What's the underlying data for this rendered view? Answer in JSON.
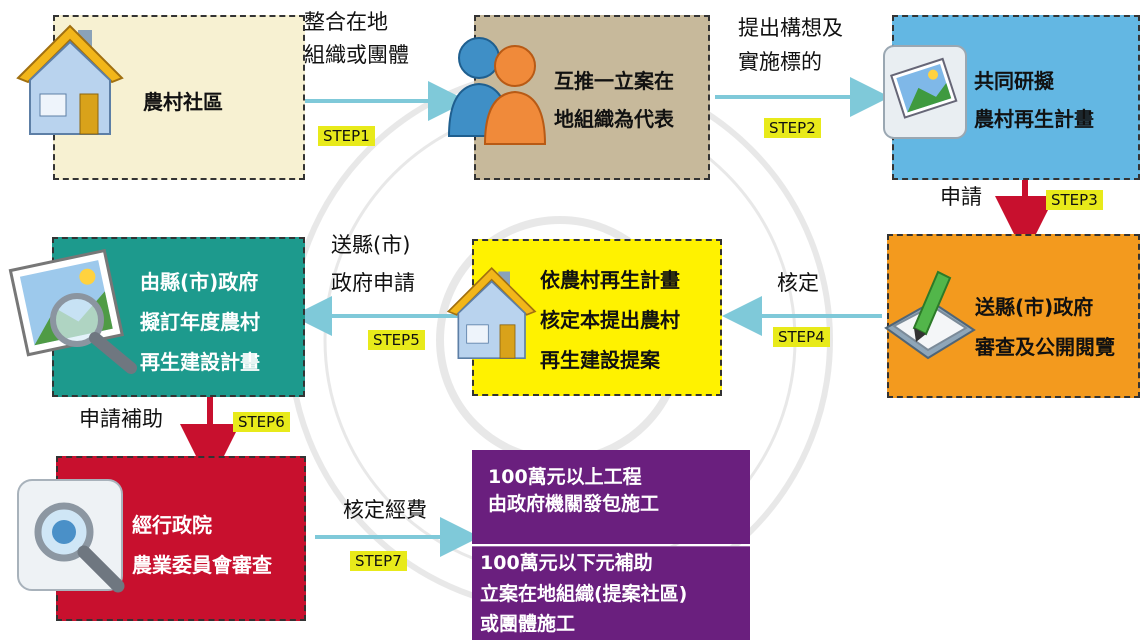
{
  "boxes": {
    "rural_community": {
      "lines": [
        "農村社區"
      ],
      "color": "#f7f1d2"
    },
    "local_org": {
      "lines": [
        "互推一立案在",
        "地組織為代表"
      ],
      "color": "#c7b99b"
    },
    "joint_plan": {
      "lines": [
        "共同研擬",
        "農村再生計畫"
      ],
      "color": "#63b7e3"
    },
    "county_review": {
      "lines": [
        "送縣(市)政府",
        "審查及公開閱覽"
      ],
      "color": "#f39a1e"
    },
    "approved_plan": {
      "lines": [
        "依農村再生計畫",
        "核定本提出農村",
        "再生建設提案"
      ],
      "color": "#fff200"
    },
    "county_annual": {
      "lines": [
        "由縣(市)政府",
        "擬訂年度農村",
        "再生建設計畫"
      ],
      "color": "#1d9a8d"
    },
    "coa_review": {
      "lines": [
        "經行政院",
        "農業委員會審查"
      ],
      "color": "#c8102e"
    }
  },
  "edges": {
    "step1": {
      "label_lines": [
        "整合在地",
        "組織或團體"
      ],
      "step": "STEP1"
    },
    "step2": {
      "label_lines": [
        "提出構想及",
        "實施標的"
      ],
      "step": "STEP2"
    },
    "step3": {
      "label_lines": [
        "申請"
      ],
      "step": "STEP3"
    },
    "step4": {
      "label_lines": [
        "核定"
      ],
      "step": "STEP4"
    },
    "step5": {
      "label_lines": [
        "送縣(市)",
        "政府申請"
      ],
      "step": "STEP5"
    },
    "step6": {
      "label_lines": [
        "申請補助"
      ],
      "step": "STEP6"
    },
    "step7": {
      "label_lines": [
        "核定經費"
      ],
      "step": "STEP7"
    }
  },
  "outcomes": {
    "over": {
      "lines": [
        "100萬元以上工程",
        "由政府機關發包施工"
      ]
    },
    "under": {
      "lines": [
        "100萬元以下元補助",
        "立案在地組織(提案社區)",
        "或團體施工"
      ]
    }
  },
  "colors": {
    "step_badge": "#e8ea1a",
    "arrow": "#7fc9d9",
    "red_arrow": "#c8102e",
    "outcome": "#6a1f7e"
  },
  "icons": [
    "house-icon",
    "people-icon",
    "photo-icon",
    "clipboard-pencil-icon",
    "house-icon",
    "photo-magnifier-icon",
    "magnifier-icon"
  ]
}
